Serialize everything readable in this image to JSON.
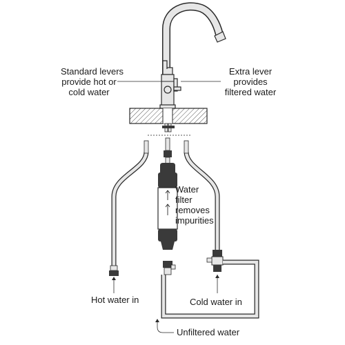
{
  "labels": {
    "standard_levers": [
      "Standard levers",
      "provide hot or",
      "cold water"
    ],
    "extra_lever": [
      "Extra lever",
      "provides",
      "filtered water"
    ],
    "water_filter": [
      "Water",
      "filter",
      "removes",
      "impurities"
    ],
    "hot_water_in": "Hot water in",
    "cold_water_in": "Cold water in",
    "unfiltered_water": "Unfiltered water"
  },
  "colors": {
    "line": "#2a2a2a",
    "tap_fill": "#e6e6e6",
    "dark_part": "#3a3a3a",
    "worktop_hatch": "#555555"
  }
}
